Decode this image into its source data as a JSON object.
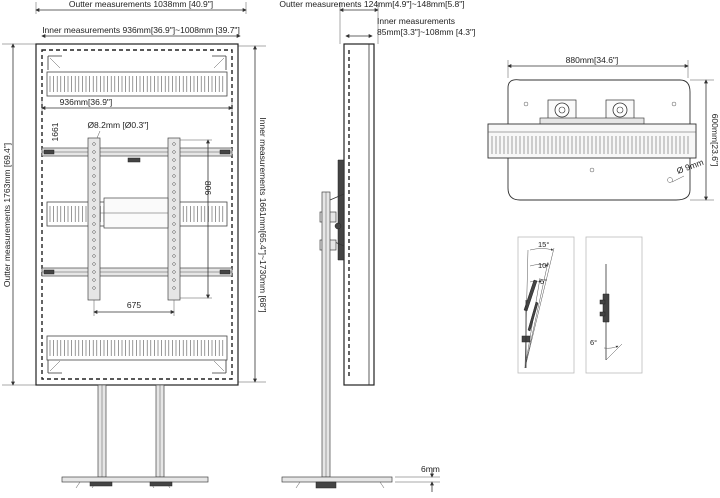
{
  "front_view": {
    "outer_width": "Outter measurements 1038mm [40.9\"]",
    "inner_width": "Inner measurements 936mm[36.9\"]~1008mm [39.7\"]",
    "outer_height": "Outter measurements 1763mm [69.4\"]",
    "inner_height": "Inner measurements 1661mm[65.4\"]~1730mm [68\"]",
    "width_936": "936mm[36.9\"]",
    "dim_1661": "1661",
    "hole": "Ø8.2mm [Ø0.3\"]",
    "dim_806": "806",
    "dim_675": "675"
  },
  "side_view": {
    "outer_depth": "Outter measurements 124mm[4.9\"]~148mm[5.8\"]",
    "inner_label": "Inner measurements",
    "inner_depth": "85mm[3.3\"]~108mm [4.3\"]",
    "base_thickness": "6mm"
  },
  "base_view": {
    "width": "880mm[34.6\"]",
    "depth": "600mm[23.6\"]",
    "hole": "Ø 9mm"
  },
  "tilt_view": {
    "angle_15": "15°",
    "angle_10": "10°",
    "angle_5": "5°",
    "angle_6": "6°"
  }
}
